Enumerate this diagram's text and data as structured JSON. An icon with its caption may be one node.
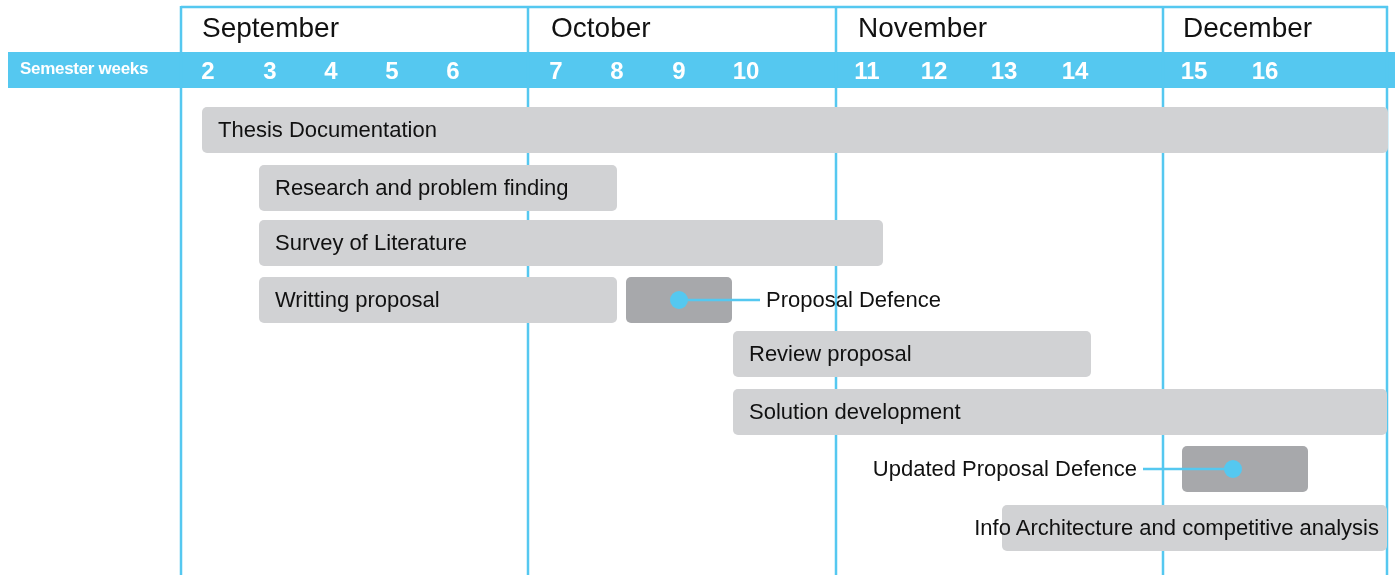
{
  "diagram": {
    "nodes": [
      {
        "text": [
          "Thesis Documentation"
        ]
      },
      {
        "text": [
          "Research and problem finding"
        ]
      },
      {
        "text": [
          "Survey of Literature"
        ]
      },
      {
        "text": [
          "Writting proposal"
        ]
      },
      {
        "text": [],
        "shape": "bar"
      },
      {
        "text": [
          "Proposal Defence"
        ]
      },
      {
        "text": [
          "Review proposal"
        ]
      },
      {
        "text": [
          "Solution development"
        ]
      },
      {
        "text": [
          "Updated Proposal Defence"
        ]
      },
      {
        "text": [],
        "shape": "bar"
      },
      {
        "text": [
          "Info Architecture and competitive analysis"
        ]
      }
    ],
    "edges": [
      {
        "from": 5,
        "to": 4,
        "arrow": "other"
      },
      {
        "from": 8,
        "to": 9,
        "arrow": "other"
      }
    ],
    "labels": [
      "September",
      "October",
      "November",
      "December",
      "Semester weeks",
      "2",
      "3",
      "4",
      "5",
      "6",
      "7",
      "8",
      "9",
      "10",
      "11",
      "12",
      "13",
      "14",
      "15",
      "16"
    ]
  }
}
